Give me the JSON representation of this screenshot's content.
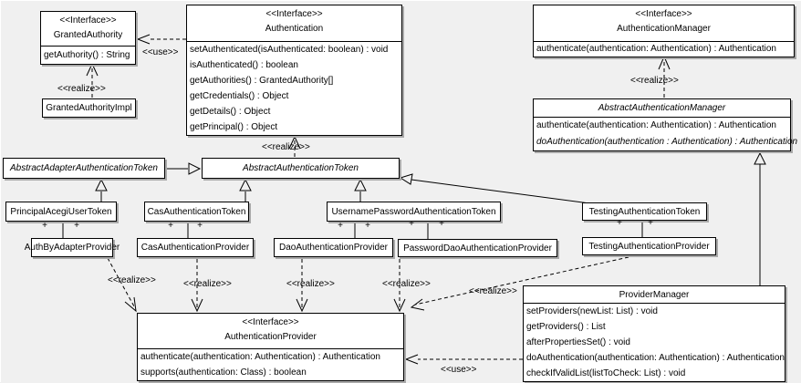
{
  "labels": {
    "use": "<<use>>",
    "realize": "<<realize>>",
    "plus": "+",
    "interface_stereotype": "<<Interface>>"
  },
  "classes": {
    "granted_authority": {
      "stereotype": "<<Interface>>",
      "name": "GrantedAuthority",
      "methods": [
        "getAuthority() : String"
      ]
    },
    "granted_authority_impl": {
      "name": "GrantedAuthorityImpl"
    },
    "authentication": {
      "stereotype": "<<Interface>>",
      "name": "Authentication",
      "methods": [
        "setAuthenticated(isAuthenticated: boolean) : void",
        "isAuthenticated() : boolean",
        "getAuthorities() : GrantedAuthority[]",
        "getCredentials() : Object",
        "getDetails() : Object",
        "getPrincipal() : Object"
      ]
    },
    "authentication_manager": {
      "stereotype": "<<Interface>>",
      "name": "AuthenticationManager",
      "methods": [
        "authenticate(authentication: Authentication) : Authentication"
      ]
    },
    "abstract_authentication_manager": {
      "name": "AbstractAuthenticationManager",
      "methods": [
        "authenticate(authentication: Authentication) : Authentication",
        "doAuthentication(authentication : Authentication) : Authentication"
      ]
    },
    "abstract_adapter_authentication_token": {
      "name": "AbstractAdapterAuthenticationToken"
    },
    "abstract_authentication_token": {
      "name": "AbstractAuthenticationToken"
    },
    "principal_acegi_user_token": {
      "name": "PrincipalAcegiUserToken"
    },
    "cas_authentication_token": {
      "name": "CasAuthenticationToken"
    },
    "username_password_authentication_token": {
      "name": "UsernamePasswordAuthenticationToken"
    },
    "testing_authentication_token": {
      "name": "TestingAuthenticationToken"
    },
    "auth_by_adapter_provider": {
      "name": "AuthByAdapterProvider"
    },
    "cas_authentication_provider": {
      "name": "CasAuthenticationProvider"
    },
    "dao_authentication_provider": {
      "name": "DaoAuthenticationProvider"
    },
    "password_dao_authentication_provider": {
      "name": "PasswordDaoAuthenticationProvider"
    },
    "testing_authentication_provider": {
      "name": "TestingAuthenticationProvider"
    },
    "authentication_provider": {
      "stereotype": "<<Interface>>",
      "name": "AuthenticationProvider",
      "methods": [
        "authenticate(authentication: Authentication) : Authentication",
        "supports(authentication: Class) : boolean"
      ]
    },
    "provider_manager": {
      "name": "ProviderManager",
      "methods": [
        "setProviders(newList: List) : void",
        "getProviders() : List",
        "afterPropertiesSet() : void",
        "doAuthentication(authentication: Authentication) : Authentication",
        "checkIfValidList(listToCheck: List) : void"
      ]
    }
  }
}
